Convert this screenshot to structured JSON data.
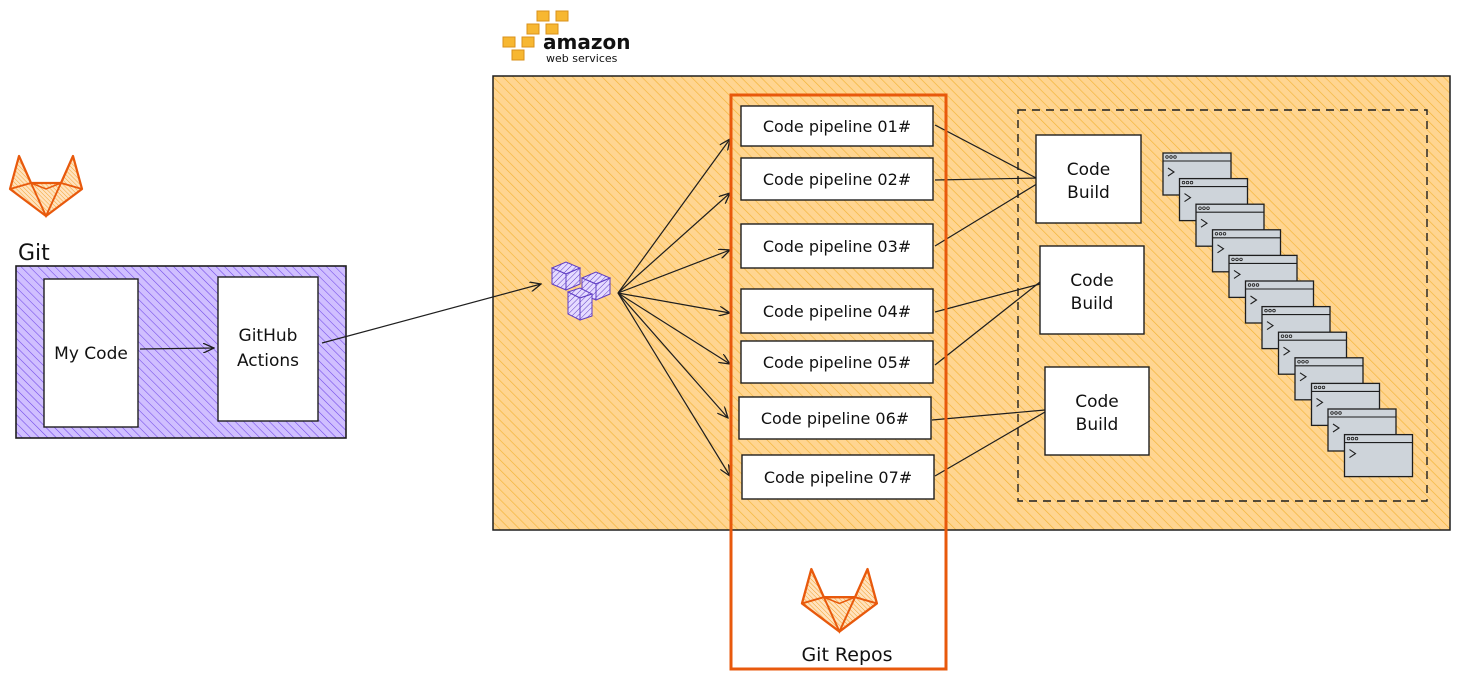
{
  "colors": {
    "aws_fill": "#ffd591",
    "aws_hatch": "#f3b437",
    "aws_border": "#1e1e1e",
    "git_fill": "#d0bfff",
    "git_hatch": "#7048e8",
    "repo_border": "#e8590c",
    "gitlab_orange": "#e8590c",
    "gitlab_fill": "#ffd8a8",
    "terminal_fill": "#ced4da",
    "box_fill": "#ffffff",
    "arrow": "#1e1e1e"
  },
  "git_section": {
    "label": "Git",
    "icon": "gitlab-fox-icon",
    "my_code_label": "My Code",
    "actions_label_line1": "GitHub",
    "actions_label_line2": "Actions"
  },
  "aws": {
    "logo_word": "amazon",
    "logo_sub": "web services",
    "logo_icon": "aws-boxes-icon",
    "router_icon": "codecommit-cube-icon"
  },
  "pipelines": [
    "Code pipeline 01#",
    "Code pipeline 02#",
    "Code pipeline 03#",
    "Code pipeline 04#",
    "Code pipeline 05#",
    "Code pipeline 06#",
    "Code pipeline 07#"
  ],
  "builds": [
    {
      "line1": "Code",
      "line2": "Build"
    },
    {
      "line1": "Code",
      "line2": "Build"
    },
    {
      "line1": "Code",
      "line2": "Build"
    }
  ],
  "repos": {
    "label": "Git Repos",
    "icon": "gitlab-fox-icon"
  },
  "terminals": {
    "icon": "terminal-window-icon",
    "count": 12
  }
}
